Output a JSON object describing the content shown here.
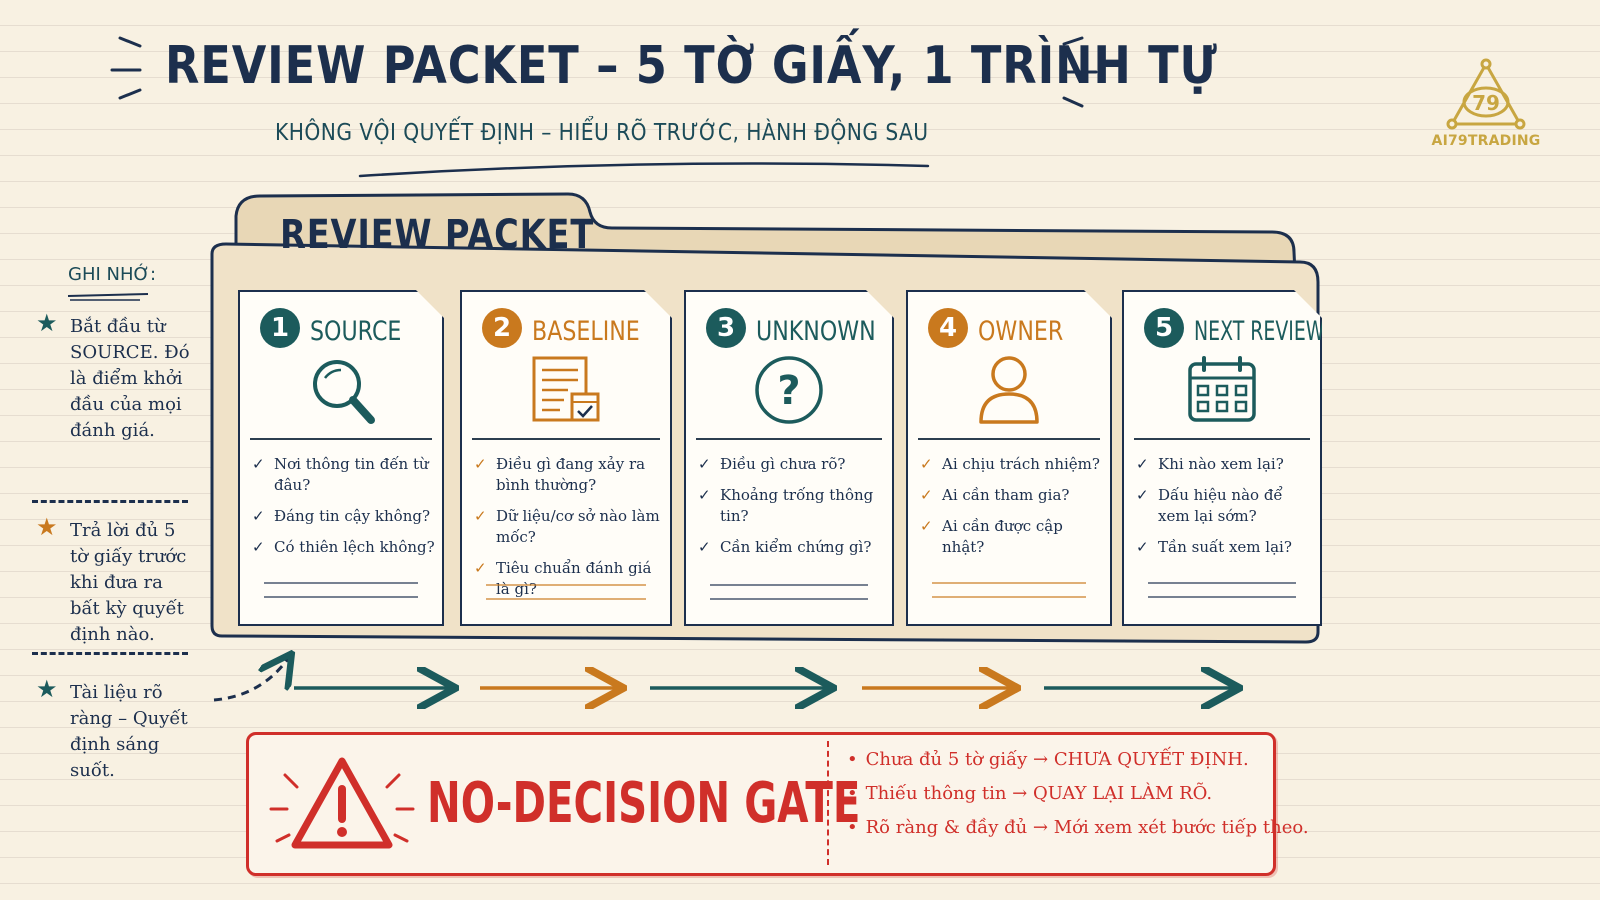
{
  "header": {
    "title": "REVIEW PACKET – 5 TỜ GIẤY, 1 TRÌNH TỰ",
    "subtitle": "KHÔNG VỘI QUYẾT ĐỊNH – HIỂU RÕ TRƯỚC, HÀNH ĐỘNG SAU"
  },
  "logo": {
    "mark": "79",
    "text": "AI79TRADING"
  },
  "notes": {
    "title": "GHI NHỚ:",
    "items": [
      {
        "icon": "star-icon",
        "text": "Bắt đầu từ SOURCE. Đó là điểm khởi đầu của mọi đánh giá."
      },
      {
        "icon": "star-icon",
        "text": "Trả lời đủ 5 tờ giấy trước khi đưa ra bất kỳ quyết định nào."
      },
      {
        "icon": "star-icon",
        "text": "Tài liệu rõ ràng – Quyết định sáng suốt."
      }
    ]
  },
  "folder": {
    "title": "REVIEW PACKET"
  },
  "cards": [
    {
      "number": "1",
      "title": "SOURCE",
      "icon": "magnifier-icon",
      "questions": [
        "Nơi thông tin đến từ đâu?",
        "Đáng tin cậy không?",
        "Có thiên lệch không?"
      ]
    },
    {
      "number": "2",
      "title": "BASELINE",
      "icon": "document-check-icon",
      "questions": [
        "Điều gì đang xảy ra bình thường?",
        "Dữ liệu/cơ sở nào làm mốc?",
        "Tiêu chuẩn đánh giá là gì?"
      ]
    },
    {
      "number": "3",
      "title": "UNKNOWN",
      "icon": "question-icon",
      "questions": [
        "Điều gì chưa rõ?",
        "Khoảng trống thông tin?",
        "Cần kiểm chứng gì?"
      ]
    },
    {
      "number": "4",
      "title": "OWNER",
      "icon": "person-icon",
      "questions": [
        "Ai chịu trách nhiệm?",
        "Ai cần tham gia?",
        "Ai cần được cập nhật?"
      ]
    },
    {
      "number": "5",
      "title": "NEXT REVIEW",
      "icon": "calendar-icon",
      "questions": [
        "Khi nào xem lại?",
        "Dấu hiệu nào để xem lại sớm?",
        "Tần suất xem lại?"
      ]
    }
  ],
  "gate": {
    "title": "NO-DECISION GATE",
    "icon": "warning-icon",
    "items": [
      "Chưa đủ 5 tờ giấy → CHƯA QUYẾT ĐỊNH.",
      "Thiếu thông tin → QUAY LẠI LÀM RÕ.",
      "Rõ ràng & đầy đủ → Mới xem xét bước tiếp theo."
    ]
  },
  "colors": {
    "navy": "#1c2f4d",
    "teal": "#1c5b5c",
    "orange": "#c9791e",
    "red": "#d02f2a",
    "gold": "#c8a641",
    "paper": "#f8f1e2",
    "folder": "#f0e2c8"
  }
}
